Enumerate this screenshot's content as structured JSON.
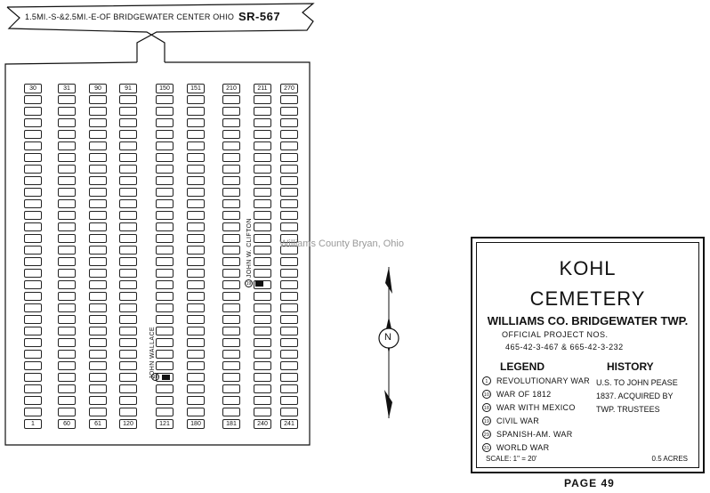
{
  "banner": {
    "location_text": "1.5MI.-S-&2.5MI.-E-OF BRIDGEWATER CENTER OHIO",
    "route": "SR-567"
  },
  "plot": {
    "columns": [
      {
        "top_label": "30",
        "bottom_label": "1"
      },
      {
        "top_label": "31",
        "bottom_label": "60"
      },
      {
        "top_label": "90",
        "bottom_label": "61"
      },
      {
        "top_label": "91",
        "bottom_label": "120"
      },
      {
        "top_label": "150",
        "bottom_label": "121"
      },
      {
        "top_label": "151",
        "bottom_label": "180"
      },
      {
        "top_label": "210",
        "bottom_label": "181"
      },
      {
        "top_label": "211",
        "bottom_label": "240"
      },
      {
        "top_label": "270",
        "bottom_label": "241"
      }
    ],
    "graves": [
      {
        "name": "JOHN WALLACE",
        "symbol": "19"
      },
      {
        "name": "JOHN W. CLIFTON",
        "symbol": "19"
      }
    ]
  },
  "watermark": "Williams County Bryan, Ohio",
  "compass": {
    "label": "N"
  },
  "legend_box": {
    "name_line1": "KOHL",
    "name_line2": "CEMETERY",
    "county_twp": "WILLIAMS CO. BRIDGEWATER TWP.",
    "project_label": "OFFICIAL  PROJECT    NOS.",
    "project_numbers": "465-42-3-467  &  665-42-3-232",
    "legend_heading": "LEGEND",
    "history_heading": "HISTORY",
    "legend_items": [
      {
        "symbol": "1",
        "label": "REVOLUTIONARY WAR"
      },
      {
        "symbol": "10",
        "label": "WAR OF 1812"
      },
      {
        "symbol": "18",
        "label": "WAR WITH MEXICO"
      },
      {
        "symbol": "19",
        "label": "CIVIL WAR"
      },
      {
        "symbol": "29",
        "label": "SPANISH-AM. WAR"
      },
      {
        "symbol": "31",
        "label": "WORLD WAR"
      }
    ],
    "history_lines": [
      "U.S. TO JOHN PEASE",
      "1837. ACQUIRED BY",
      "TWP. TRUSTEES"
    ],
    "scale": "SCALE: 1\" = 20'",
    "acres": "0.5 ACRES"
  },
  "page_label": "PAGE  49"
}
